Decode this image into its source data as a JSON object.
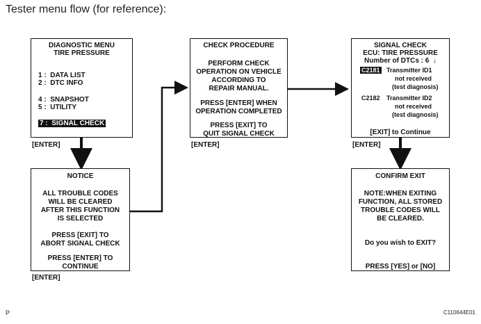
{
  "heading": "Tester menu flow (for reference):",
  "diag_menu": {
    "title1": "DIAGNOSTIC MENU",
    "title2": "TIRE PRESSURE",
    "item1_num": "1 :",
    "item1": "DATA LIST",
    "item2_num": "2 :",
    "item2": "DTC INFO",
    "item4_num": "4 :",
    "item4": "SNAPSHOT",
    "item5_num": "5 :",
    "item5": "UTILITY",
    "item7_num": "7 :",
    "item7": "SIGNAL CHECK",
    "key": "[ENTER]"
  },
  "notice": {
    "title": "NOTICE",
    "l1": "ALL TROUBLE CODES",
    "l2": "WILL BE CLEARED",
    "l3": "AFTER THIS FUNCTION",
    "l4": "IS SELECTED",
    "l5": "PRESS [EXIT] TO",
    "l6": "ABORT SIGNAL CHECK",
    "l7": "PRESS [ENTER] TO",
    "l8": "CONTINUE",
    "key": "[ENTER]"
  },
  "check_procedure": {
    "title": "CHECK PROCEDURE",
    "l1": "PERFORM CHECK",
    "l2": "OPERATION ON VEHICLE",
    "l3": "ACCORDING TO",
    "l4": "REPAIR MANUAL.",
    "l5": "PRESS [ENTER] WHEN",
    "l6": "OPERATION COMPLETED",
    "l7": "PRESS [EXIT] TO",
    "l8": "QUIT SIGNAL CHECK",
    "key": "[ENTER]"
  },
  "signal_check": {
    "title": "SIGNAL CHECK",
    "ecu": "ECU: TIRE PRESSURE",
    "count": "Number of DTCs : 6",
    "arrow": "↓",
    "dtc1_code": "C2181",
    "dtc1_l1": "Transmitter ID1",
    "dtc1_l2": "not received",
    "dtc1_l3": "(test diagnosis)",
    "dtc2_code": "C2182",
    "dtc2_l1": "Transmitter ID2",
    "dtc2_l2": "not received",
    "dtc2_l3": "(test diagnosis)",
    "continue": "[EXIT] to Continue",
    "key": "[ENTER]"
  },
  "confirm_exit": {
    "title": "CONFIRM EXIT",
    "l1": "NOTE:WHEN EXITING",
    "l2": "FUNCTION, ALL STORED",
    "l3": "TROUBLE CODES WILL",
    "l4": "BE CLEARED.",
    "question": "Do you wish to EXIT?",
    "press": "PRESS [YES] or [NO]"
  },
  "footer_left": "P",
  "footer_right": "C110644E01"
}
